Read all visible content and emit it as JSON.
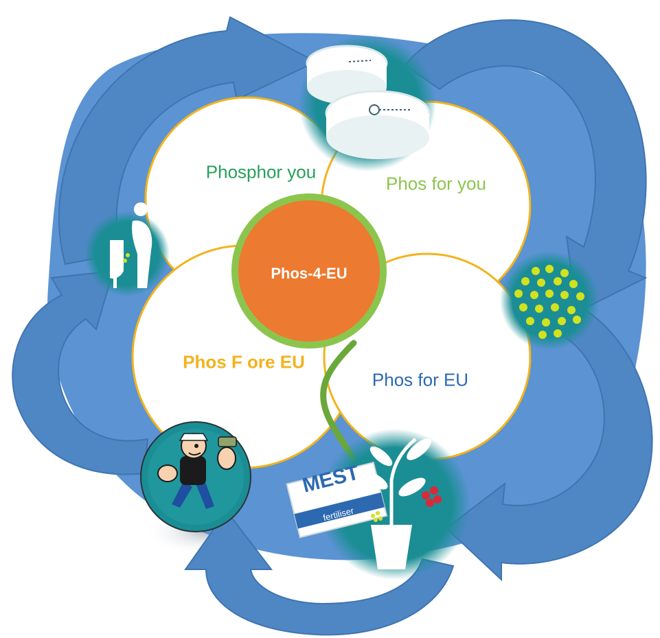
{
  "center": {
    "label": "Phos-4-EU"
  },
  "petals": [
    {
      "id": "top-left",
      "label": "Phosphor you"
    },
    {
      "id": "top-right",
      "label": "Phos for you"
    },
    {
      "id": "bottom-left",
      "label": "Phos F ore EU"
    },
    {
      "id": "bottom-right",
      "label": "Phos for EU"
    }
  ],
  "icons": [
    {
      "name": "sewer-pipes-icon"
    },
    {
      "name": "urinal-person-icon"
    },
    {
      "name": "pellets-icon"
    },
    {
      "name": "popeye-icon"
    },
    {
      "name": "plant-fertiliser-icon"
    }
  ],
  "fertiliser_bag": {
    "brand": "MEST",
    "word": "fertiliser"
  },
  "colors": {
    "blob": "#5b93d3",
    "arrow": "#4f87c5",
    "arrow_edge": "#3f74b0",
    "petal_fill": "#ffffff",
    "petal_stroke": "#f2b31d",
    "center_fill": "#ec7a30",
    "center_ring": "#8cc54d",
    "label_top_left": "#27a05a",
    "label_top_right": "#8cc54d",
    "label_bottom_left": "#f2b31d",
    "label_bottom_right": "#2c69b0",
    "teal": "#1a8e94",
    "pellet": "#d3e21e",
    "stem": "#6aa83a"
  }
}
